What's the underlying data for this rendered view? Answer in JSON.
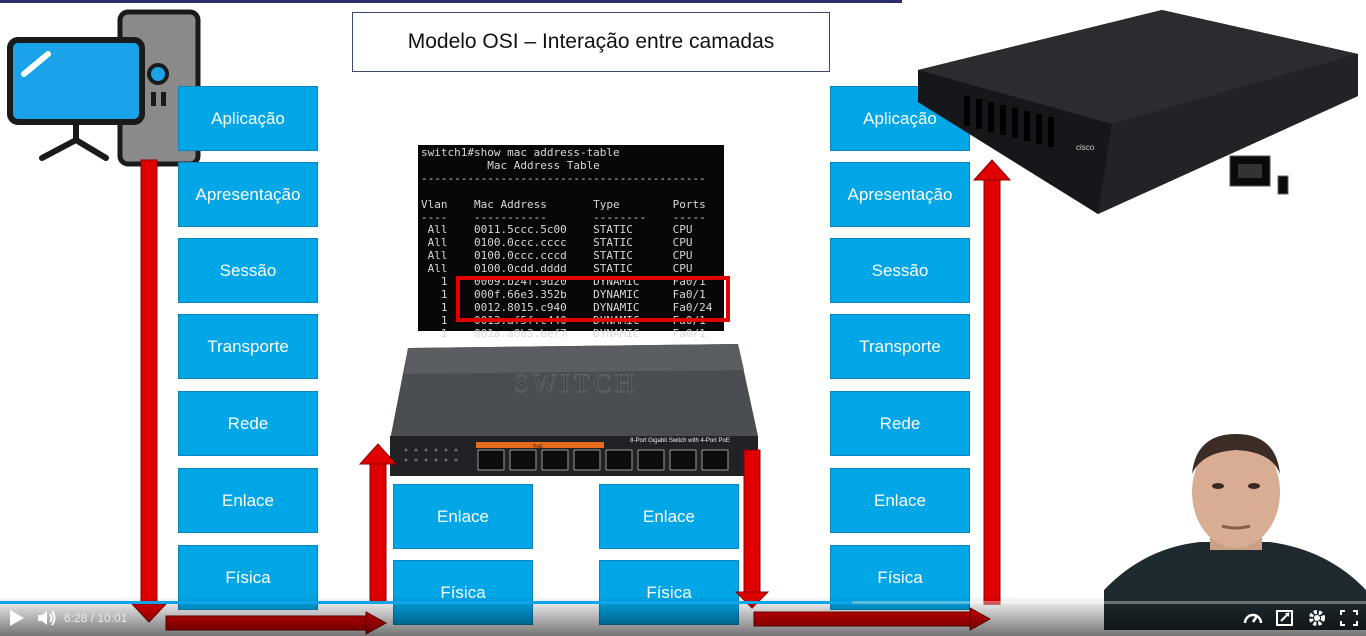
{
  "slide": {
    "title": "Modelo OSI – Interação entre camadas"
  },
  "left_stack": [
    "Aplicação",
    "Apresentação",
    "Sessão",
    "Transporte",
    "Rede",
    "Enlace",
    "Física"
  ],
  "switch_left": [
    "Enlace",
    "Física"
  ],
  "switch_right": [
    "Enlace",
    "Física"
  ],
  "right_stack": [
    "Aplicação",
    "Apresentação",
    "Sessão",
    "Transporte",
    "Rede",
    "Enlace",
    "Física"
  ],
  "terminal": {
    "lines": [
      "switch1#show mac address-table",
      "          Mac Address Table",
      "-------------------------------------------",
      "",
      "Vlan    Mac Address       Type        Ports",
      "----    -----------       --------    -----",
      " All    0011.5ccc.5c00    STATIC      CPU",
      " All    0100.0ccc.cccc    STATIC      CPU",
      " All    0100.0ccc.cccd    STATIC      CPU",
      " All    0100.0cdd.dddd    STATIC      CPU",
      "   1    0009.b24f.9d20    DYNAMIC     Fa0/1",
      "   1    000f.66e3.352b    DYNAMIC     Fa0/1",
      "   1    0012.8015.c940    DYNAMIC     Fa0/24",
      "   1    0013.af5f.c440    DYNAMIC     Fa0/1",
      "   1    001a.a0b3.bef7    DYNAMIC     Fa0/1"
    ]
  },
  "switch_device": {
    "label": "SWITCH",
    "caption": "8-Port Gigabit Switch with 4-Port PoE",
    "poe_label": "PoE"
  },
  "router_device": {
    "brand": "cisco"
  },
  "player": {
    "time": "6:28 / 10:01",
    "progress": 0.624,
    "accent": "#0ea5e9"
  },
  "colors": {
    "layer": "#00a6e6",
    "arrow": "#e00000",
    "highlight": "#e00000"
  }
}
